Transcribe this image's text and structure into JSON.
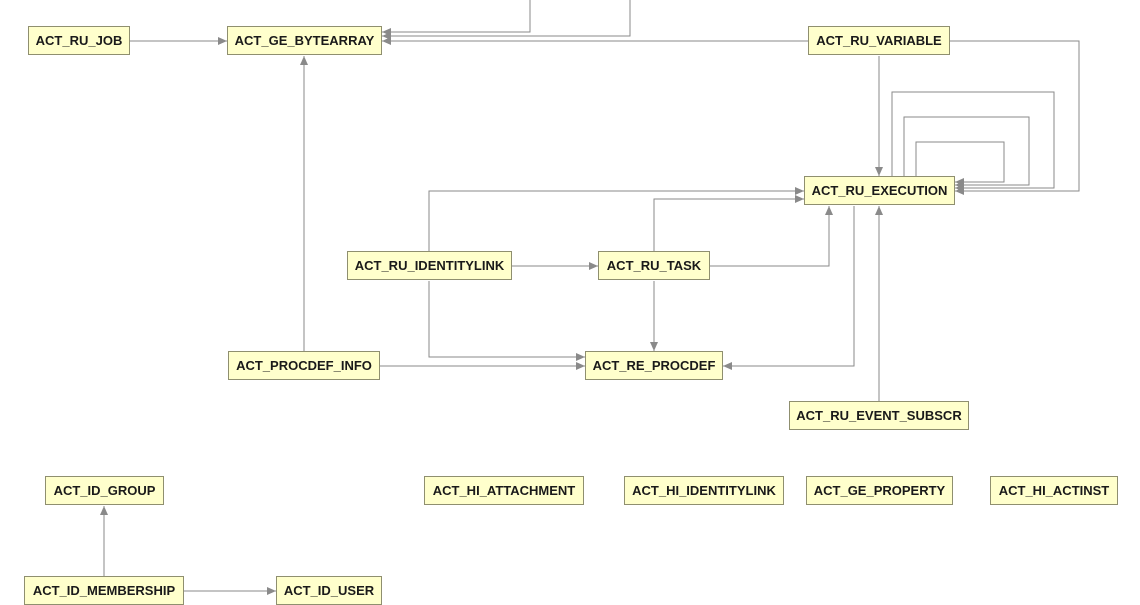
{
  "diagram": {
    "tables": {
      "act_ru_job": "ACT_RU_JOB",
      "act_ge_bytearray": "ACT_GE_BYTEARRAY",
      "act_ru_variable": "ACT_RU_VARIABLE",
      "act_ru_execution": "ACT_RU_EXECUTION",
      "act_ru_identitylink": "ACT_RU_IDENTITYLINK",
      "act_ru_task": "ACT_RU_TASK",
      "act_procdef_info": "ACT_PROCDEF_INFO",
      "act_re_procdef": "ACT_RE_PROCDEF",
      "act_ru_event_subscr": "ACT_RU_EVENT_SUBSCR",
      "act_id_group": "ACT_ID_GROUP",
      "act_hi_attachment": "ACT_HI_ATTACHMENT",
      "act_hi_identitylink": "ACT_HI_IDENTITYLINK",
      "act_ge_property": "ACT_GE_PROPERTY",
      "act_hi_actinst": "ACT_HI_ACTINST",
      "act_id_membership": "ACT_ID_MEMBERSHIP",
      "act_id_user": "ACT_ID_USER"
    },
    "relations": [
      {
        "from": "ACT_RU_JOB",
        "to": "ACT_GE_BYTEARRAY"
      },
      {
        "from": "ACT_RU_VARIABLE",
        "to": "ACT_GE_BYTEARRAY"
      },
      {
        "from": "ACT_PROCDEF_INFO",
        "to": "ACT_GE_BYTEARRAY"
      },
      {
        "from": "ACT_RU_VARIABLE",
        "to": "ACT_RU_EXECUTION"
      },
      {
        "from": "ACT_RU_EXECUTION",
        "to": "ACT_RU_EXECUTION"
      },
      {
        "from": "ACT_RU_IDENTITYLINK",
        "to": "ACT_RU_EXECUTION"
      },
      {
        "from": "ACT_RU_TASK",
        "to": "ACT_RU_EXECUTION"
      },
      {
        "from": "ACT_RU_EVENT_SUBSCR",
        "to": "ACT_RU_EXECUTION"
      },
      {
        "from": "ACT_RU_IDENTITYLINK",
        "to": "ACT_RU_TASK"
      },
      {
        "from": "ACT_RU_IDENTITYLINK",
        "to": "ACT_RE_PROCDEF"
      },
      {
        "from": "ACT_RU_TASK",
        "to": "ACT_RE_PROCDEF"
      },
      {
        "from": "ACT_PROCDEF_INFO",
        "to": "ACT_RE_PROCDEF"
      },
      {
        "from": "ACT_RU_EXECUTION",
        "to": "ACT_RE_PROCDEF"
      },
      {
        "from": "ACT_ID_MEMBERSHIP",
        "to": "ACT_ID_GROUP"
      },
      {
        "from": "ACT_ID_MEMBERSHIP",
        "to": "ACT_ID_USER"
      }
    ]
  },
  "colors": {
    "table_fill": "#ffffcc",
    "table_border": "#8f8f6f",
    "connector": "#8a8a8a"
  }
}
